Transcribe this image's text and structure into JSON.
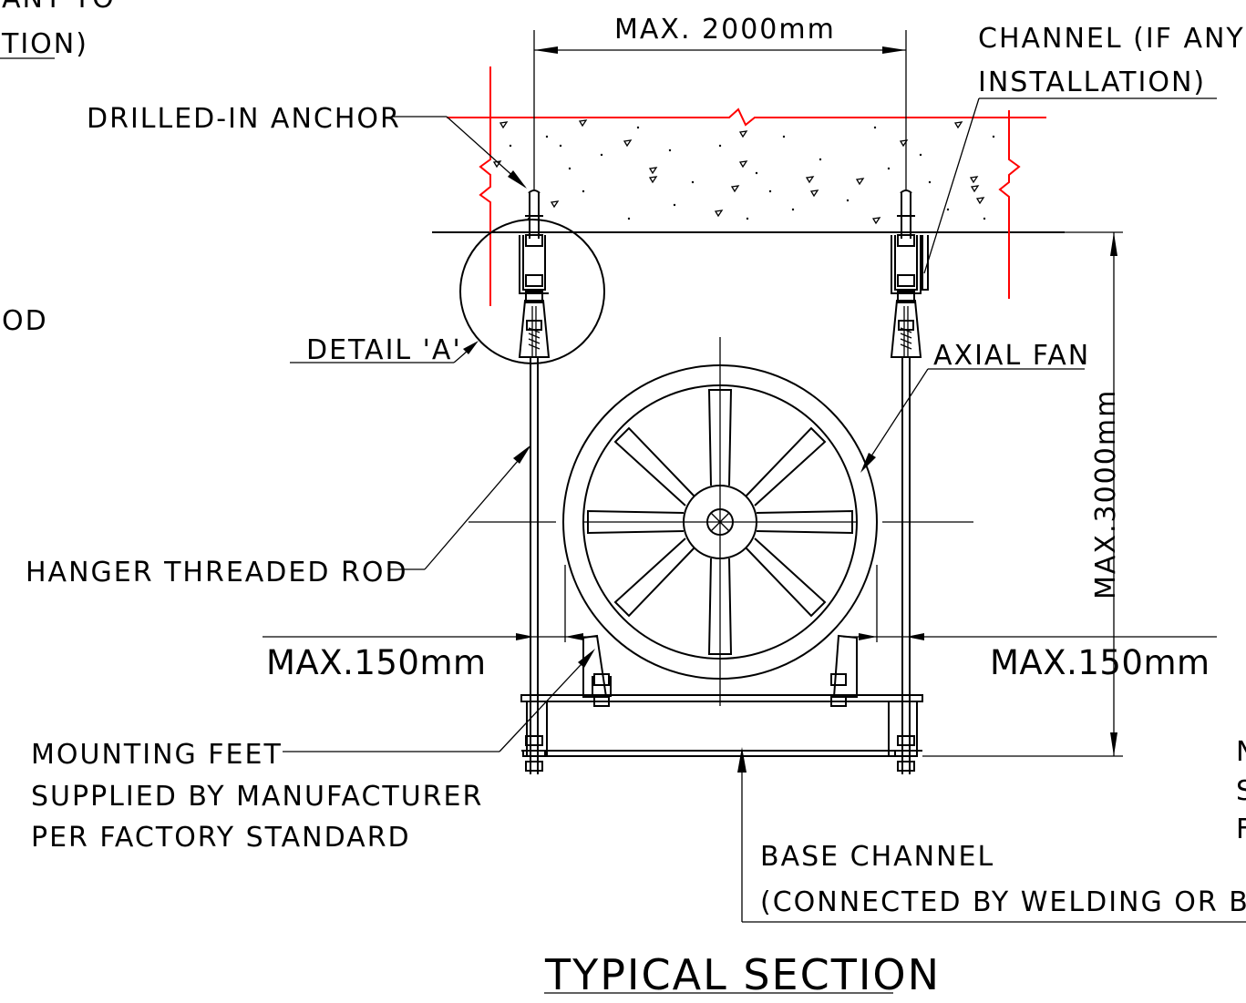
{
  "labels": {
    "top_left_fragment_1": "ANT TO",
    "top_left_fragment_2": "TION)",
    "drilled_in_anchor": "DRILLED-IN ANCHOR",
    "channel_line_1": "CHANNEL (IF ANY",
    "channel_line_2": "INSTALLATION)",
    "rod_fragment": "OD",
    "detail_a": "DETAIL 'A'",
    "axial_fan": "AXIAL FAN",
    "hanger_threaded_rod": "HANGER THREADED ROD",
    "mounting_feet_1": "MOUNTING FEET",
    "mounting_feet_2": "SUPPLIED BY MANUFACTURER",
    "mounting_feet_3": "PER FACTORY STANDARD",
    "base_channel_1": "BASE CHANNEL",
    "base_channel_2": "(CONNECTED BY WELDING OR B",
    "right_fragment_1": "N",
    "right_fragment_2": "S",
    "right_fragment_3": "F"
  },
  "dimensions": {
    "span": "MAX. 2000mm",
    "height": "MAX.3000mm",
    "left_clearance": "MAX.150mm",
    "right_clearance": "MAX.150mm"
  },
  "title": "TYPICAL SECTION",
  "colors": {
    "line": "#000000",
    "slab_edge": "#ff0000",
    "background": "#ffffff"
  }
}
